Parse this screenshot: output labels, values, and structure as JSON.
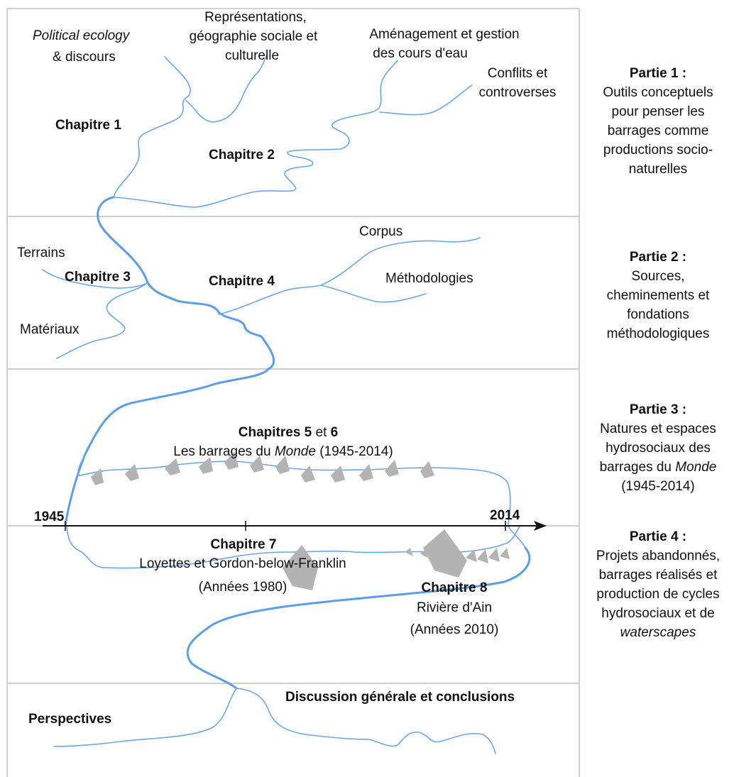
{
  "panels": {
    "p1": {
      "ch1": "Chapitre 1",
      "pol_ital": "Political ecology",
      "pol_rest": " & discours",
      "rep_line1": "Représentations,",
      "rep_line2": "géographie sociale et",
      "rep_line3": "culturelle",
      "ch2": "Chapitre 2",
      "amen_line1": "Aménagement et gestion",
      "amen_line2": "des cours d'eau",
      "conf_line1": "Conflits et",
      "conf_line2": "controverses"
    },
    "p2": {
      "terrains": "Terrains",
      "ch3": "Chapitre 3",
      "materiaux": "Matériaux",
      "ch4": "Chapitre 4",
      "corpus": "Corpus",
      "methodologies": "Méthodologies"
    },
    "p3": {
      "ch56_a": "Chapitres 5",
      "ch56_et": " et ",
      "ch56_b": "6",
      "monde_pre": "Les barrages du ",
      "monde_ital": "Monde",
      "monde_post": " (1945-2014)"
    },
    "timeline": {
      "start": "1945",
      "end": "2014"
    },
    "p4": {
      "ch7": "Chapitre 7",
      "loyettes": "Loyettes et Gordon-below-Franklin",
      "annees80": "(Années 1980)",
      "ch8": "Chapitre 8",
      "ain": "Rivière d'Ain",
      "annees2010": "(Années 2010)"
    },
    "p5": {
      "perspectives": "Perspectives",
      "discussion": "Discussion générale et conclusions"
    }
  },
  "parts": {
    "part1": {
      "title": "Partie 1 :",
      "l1": "Outils conceptuels",
      "l2": "pour penser les",
      "l3": "barrages comme",
      "l4": "productions socio-",
      "l5": "naturelles"
    },
    "part2": {
      "title": "Partie 2 :",
      "l1": "Sources,",
      "l2": "cheminements et",
      "l3": "fondations",
      "l4": "méthodologiques"
    },
    "part3": {
      "title": "Partie 3 :",
      "l1": "Natures et espaces",
      "l2": "hydrosociaux des",
      "l3_pre": "barrages du ",
      "l3_ital": "Monde",
      "l4": "(1945-2014)"
    },
    "part4": {
      "title": "Partie 4 :",
      "l1": "Projets abandonnés,",
      "l2": "barrages réalisés et",
      "l3": "production de cycles",
      "l4": "hydrosociaux et de",
      "l5": "waterscapes"
    }
  },
  "colors": {
    "river": "#6aa6e6",
    "frame": "#cfcfcf",
    "dam": "#b3b3b3"
  }
}
